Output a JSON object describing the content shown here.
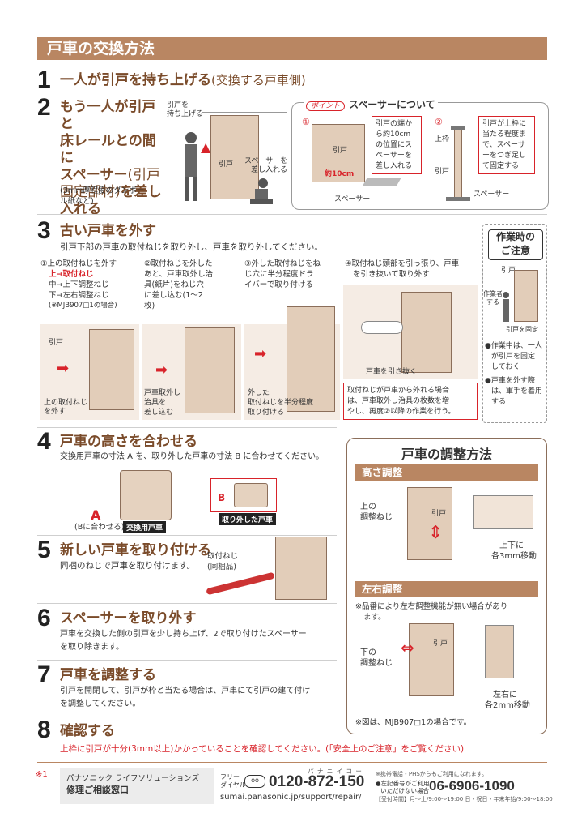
{
  "title": "戸車の交換方法",
  "steps": {
    "s1": {
      "num": "1",
      "text": "一人が引戸を持ち上げる",
      "note": "(交換する戸車側)"
    },
    "s2": {
      "num": "2",
      "l1": "もう一人が引戸と",
      "l2": "床レールとの間に",
      "l3a": "スペーサー",
      "l3b": "(引戸",
      "l4a": "固定部材)",
      "l4b": "を差し",
      "l5": "入れる",
      "sub1": "(3mm厚程度のダンボー",
      "sub2": "ル紙など)",
      "lbl_lift1": "引戸を",
      "lbl_lift2": "持ち上げる",
      "lbl_door": "引戸",
      "lbl_sp1": "スペーサーを",
      "lbl_sp2": "差し入れる"
    },
    "point": {
      "badge": "ポイント",
      "title": "スペーサーについて",
      "n1": "①",
      "n2": "②",
      "b1_1": "引戸の端か",
      "b1_2": "ら約10cm",
      "b1_3": "の位置にス",
      "b1_4": "ペーサーを",
      "b1_5": "差し入れる",
      "door": "引戸",
      "dist": "約10cm",
      "spacer": "スペーサー",
      "b2_1": "引戸が上枠に",
      "b2_2": "当たる程度ま",
      "b2_3": "で、スペーサ",
      "b2_4": "ーをつぎ足し",
      "b2_5": "て固定する",
      "upper": "上枠",
      "door2": "引戸",
      "spacer2": "スペーサー"
    },
    "s3": {
      "num": "3",
      "text": "古い戸車を外す",
      "desc": "引戸下部の戸車の取付ねじを取り外し、戸車を取り外してください。",
      "c1_1": "①上の取付ねじを外す",
      "c1_2": "上→取付ねじ",
      "c1_3": "中→上下調整ねじ",
      "c1_4": "下→左右調整ねじ",
      "c1_5": "(※MJB907□1の場合)",
      "c2_1": "②取付ねじを外した",
      "c2_2": "あと、戸車取外し治",
      "c2_3": "具(紙片)をねじ穴",
      "c2_4": "に差し込む(1～2",
      "c2_5": "枚)",
      "c3_1": "③外した取付ねじをね",
      "c3_2": "じ穴に半分程度ドラ",
      "c3_3": "イバーで取り付ける",
      "c4_1": "④取付ねじ頭部を引っ張り、戸車",
      "c4_2": "を引き抜いて取り外す",
      "i1_door": "引戸",
      "i1_a": "上の取付ねじ",
      "i1_b": "を外す",
      "i2_a": "戸車取外し",
      "i2_b": "治具を",
      "i2_c": "差し込む",
      "i3_a": "外した",
      "i3_b": "取付ねじを半分程度",
      "i3_c": "取り付ける",
      "i4_a": "戸車を引き抜く",
      "warn1": "取付ねじが戸車から外れる場合",
      "warn2": "は、戸車取外し治具の枚数を増",
      "warn3": "やし、再度②以降の作業を行う。"
    },
    "caution": {
      "t1": "作業時の",
      "t2": "ご注意",
      "door": "引戸",
      "worker1": "作業者",
      "worker2": "する",
      "fix": "引戸を固定",
      "n1_1": "●作業中は、一人",
      "n1_2": "が引戸を固定",
      "n1_3": "しておく",
      "n2_1": "●戸車を外す際",
      "n2_2": "は、軍手を着用",
      "n2_3": "する"
    },
    "s4": {
      "num": "4",
      "text": "戸車の高さを合わせる",
      "desc": "交換用戸車の寸法 A を、取り外した戸車の寸法 B に合わせてください。",
      "a": "A",
      "b": "B",
      "a_note": "(Bに合わせる)",
      "new": "交換用戸車",
      "old": "取り外した戸車"
    },
    "s5": {
      "num": "5",
      "text": "新しい戸車を取り付ける",
      "desc": "同梱のねじで戸車を取り付けます。",
      "lbl1": "取付ねじ",
      "lbl2": "(同梱品)"
    },
    "s6": {
      "num": "6",
      "text": "スペーサーを取り外す",
      "d1": "戸車を交換した側の引戸を少し持ち上げ、2で取り付けたスペーサー",
      "d2": "を取り除きます。"
    },
    "s7": {
      "num": "7",
      "text": "戸車を調整する",
      "d1": "引戸を開閉して、引戸が枠と当たる場合は、戸車にて引戸の建て付け",
      "d2": "を調整してください。"
    },
    "s8": {
      "num": "8",
      "text": "確認する",
      "d": "上枠に引戸が十分(3mm以上)かかっていることを確認してください。(「安全上のご注意」をご覧ください)"
    }
  },
  "adjust": {
    "title": "戸車の調整方法",
    "h1": "高さ調整",
    "upper1": "上の",
    "upper2": "調整ねじ",
    "door": "引戸",
    "ud1": "上下に",
    "ud2": "各3mm移動",
    "h2": "左右調整",
    "note1": "※品番により左右調整機能が無い場合があり",
    "note2": "ます。",
    "lower1": "下の",
    "lower2": "調整ねじ",
    "door2": "引戸",
    "lr1": "左右に",
    "lr2": "各2mm移動",
    "fig": "※図は、MJB907□1の場合です。"
  },
  "footer": {
    "mark": "※1",
    "company": "パナソニック ライフソリューションズ",
    "desk": "修理ご相談窓口",
    "free1": "フリー",
    "free2": "ダイヤル",
    "kana": "パ ナ ニ イ コ ー",
    "tel": "0120-872-150",
    "url": "sumai.panasonic.jp/support/repair/",
    "r1": "※携帯電話・PHSからもご利用になれます。",
    "r2": "●左記番号がご利用",
    "r3": "いただけない場合",
    "tel2": "06-6906-1090",
    "hours": "【受付時間】月～土/9:00～19:00 日・祝日・年末年始/9:00～18:00"
  }
}
